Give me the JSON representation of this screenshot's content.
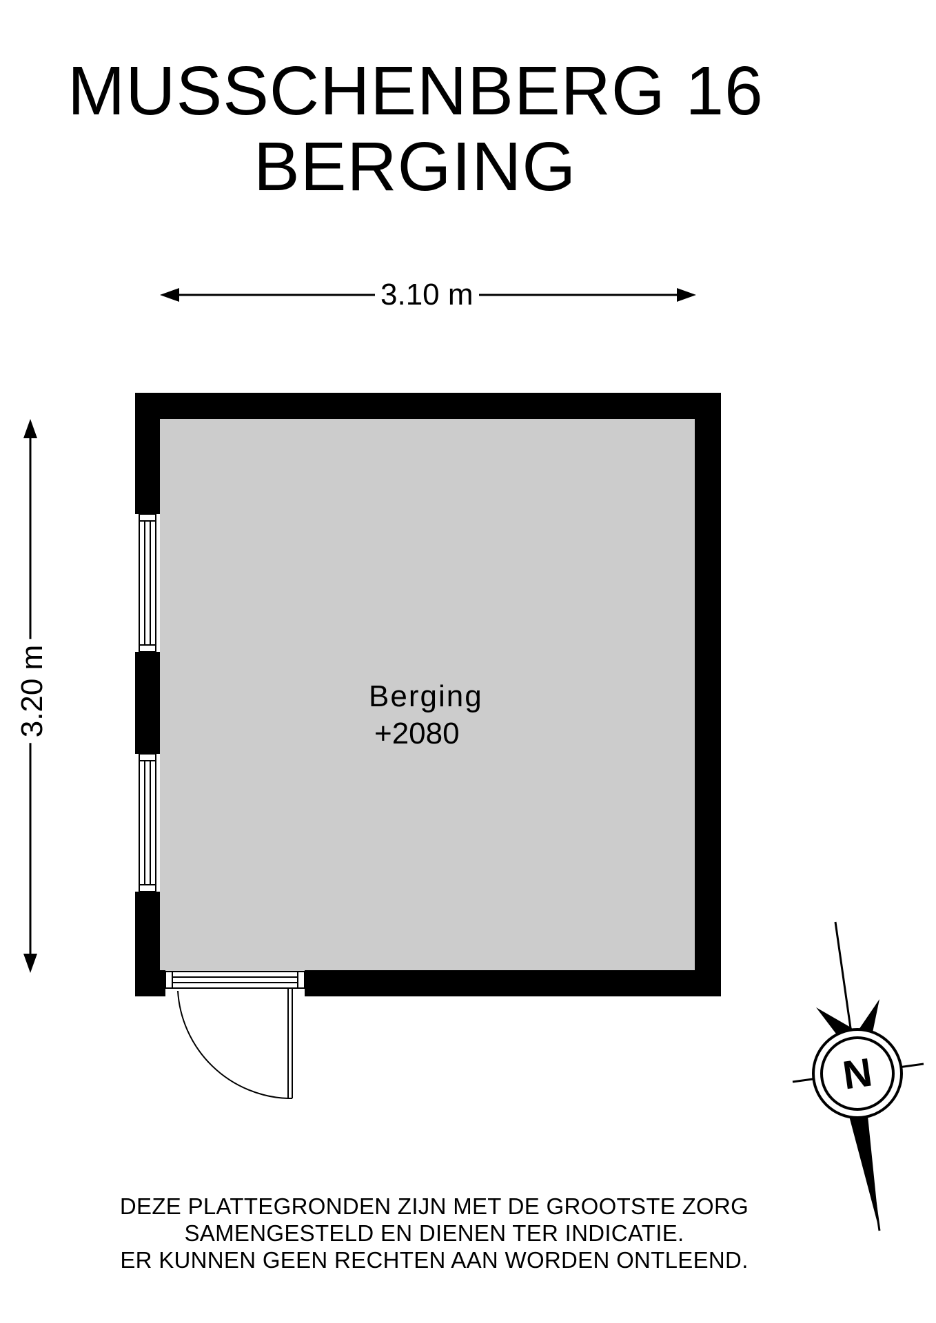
{
  "header": {
    "address": "MUSSCHENBERG 16",
    "floor": "BERGING"
  },
  "dimensions": {
    "width": "3.10 m",
    "height": "3.20 m"
  },
  "room": {
    "name": "Berging",
    "level": "+2080"
  },
  "compass": {
    "letter": "N"
  },
  "disclaimer": {
    "lines": [
      "DEZE PLATTEGRONDEN ZIJN MET DE GROOTSTE ZORG",
      "SAMENGESTELD EN DIENEN TER INDICATIE.",
      "ER KUNNEN GEEN RECHTEN AAN WORDEN ONTLEEND."
    ]
  },
  "colors": {
    "wall": "#000000",
    "floor": "#cccccc",
    "background": "#ffffff"
  }
}
